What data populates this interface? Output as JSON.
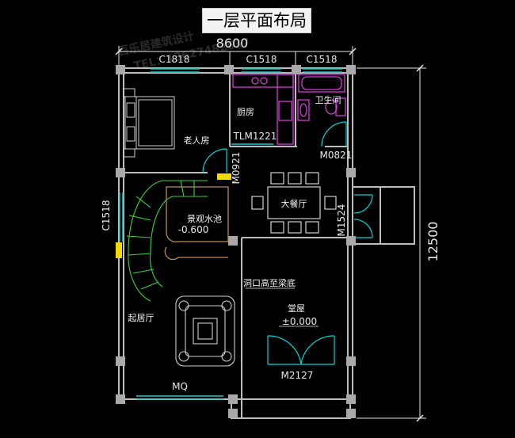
{
  "title": "一层平面布局",
  "dimensions": {
    "overall_width": "8600",
    "overall_depth": "12500"
  },
  "windows": {
    "w1": "C1818",
    "w2": "C1518",
    "w3": "C1518",
    "w4": "C1518",
    "mq": "MQ"
  },
  "doors": {
    "d1": "TLM1221",
    "d2": "M0921",
    "d3": "M0821",
    "d4": "M1524",
    "d5": "M2127"
  },
  "rooms": {
    "elder_bedroom": "老人房",
    "kitchen": "厨房",
    "bathroom": "卫生间",
    "dining": "大餐厅",
    "pond": "景观水池",
    "pond_level": "-0.600",
    "living": "起居厅",
    "hall": "堂屋",
    "hall_level": "±0.000",
    "opening_note": "洞口高至梁底"
  },
  "watermark": {
    "brand": "百乐居建筑设计",
    "tel": "TEL：13627482637"
  },
  "colors": {
    "wall": "#bdbdbd",
    "column": "#a9a9a9",
    "window": "#1ec8c8",
    "door": "#00d2d2",
    "fixture": "#d23cd2",
    "stair": "#3cd23c",
    "pond_outline": "#b48c5a",
    "dimension": "#e6e6e6",
    "room_label": "#f0f0f0",
    "highlight": "#f0dc00"
  }
}
